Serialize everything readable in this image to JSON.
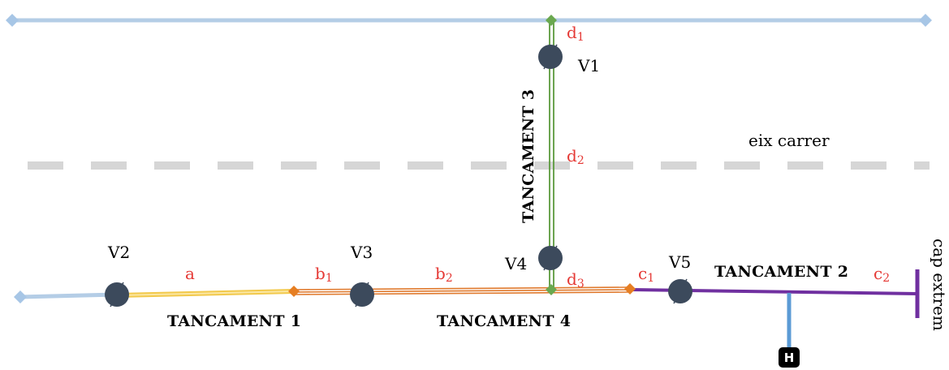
{
  "labels": {
    "d1": "d1",
    "d2": "d2",
    "d3": "d3",
    "a": "a",
    "b1": "b1",
    "b2": "b2",
    "c1": "c1",
    "c2": "c2"
  },
  "valves": {
    "v1": "V1",
    "v2": "V2",
    "v3": "V3",
    "v4": "V4",
    "v5": "V5"
  },
  "tanks": {
    "t1": "TANCAMENT 1",
    "t2": "TANCAMENT 2",
    "t3": "TANCAMENT 3",
    "t4": "TANCAMENT 4"
  },
  "street_axis": "eix carrer",
  "cap_end": "cap extrem",
  "hydrant_letter": "H",
  "colors": {
    "main_pipe": "#b4cde6",
    "main_pipe_end": "#a7c6e6",
    "street_axis": "#d6d6d6",
    "segment_a": "#f2c94c",
    "segment_b": "#e07a2e",
    "segment_d": "#5b9a3c",
    "segment_c": "#7030a0",
    "hydrant_pipe": "#5b9bd5",
    "valve": "#3c4a5c",
    "label_red": "#e53935",
    "node_green": "#6aa84f",
    "node_orange": "#e67e22"
  }
}
